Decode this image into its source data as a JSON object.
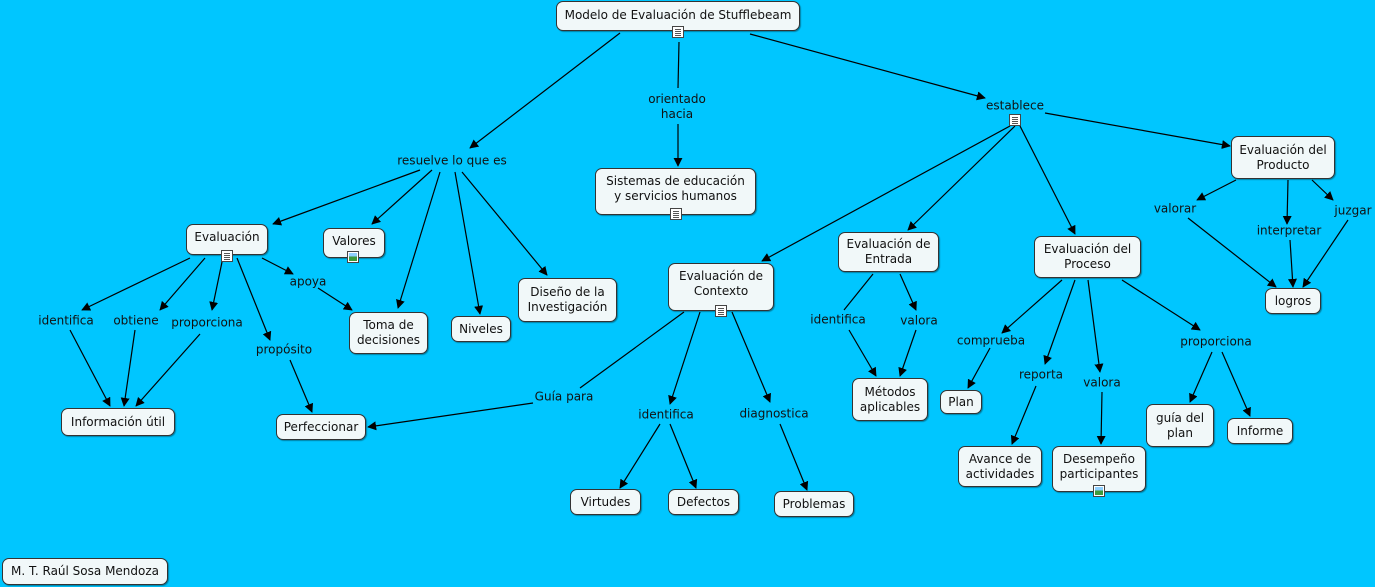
{
  "nodes": {
    "title": "Modelo de Evaluación de Stufflebeam",
    "sistemas": "Sistemas de educación\ny servicios humanos",
    "evaluacion": "Evaluación",
    "valores": "Valores",
    "diseno": "Diseño de la\nInvestigación",
    "toma": "Toma de\ndecisiones",
    "niveles": "Niveles",
    "info": "Información útil",
    "perfeccionar": "Perfeccionar",
    "contexto": "Evaluación de\nContexto",
    "entrada": "Evaluación de\nEntrada",
    "proceso": "Evaluación del\nProceso",
    "producto": "Evaluación del\nProducto",
    "logros": "logros",
    "metodos": "Métodos\naplicables",
    "plan": "Plan",
    "avance": "Avance de\nactividades",
    "desempeno": "Desempeño\nparticipantes",
    "guia_plan": "guía del\nplan",
    "informe": "Informe",
    "virtudes": "Virtudes",
    "defectos": "Defectos",
    "problemas": "Problemas",
    "author": "M. T. Raúl Sosa Mendoza"
  },
  "links": {
    "orientado": "orientado\nhacia",
    "establece": "establece",
    "resuelve": "resuelve lo que es",
    "identifica_eval": "identifica",
    "obtiene": "obtiene",
    "proporciona_eval": "proporciona",
    "proposito": "propósito",
    "apoya": "apoya",
    "guia_para": "Guía para",
    "identifica_ctx": "identifica",
    "diagnostica": "diagnostica",
    "identifica_ent": "identifica",
    "valora_ent": "valora",
    "comprueba": "comprueba",
    "reporta": "reporta",
    "valora_proc": "valora",
    "proporciona_proc": "proporciona",
    "valorar": "valorar",
    "interpretar": "interpretar",
    "juzgar": "juzgar"
  },
  "icons": {
    "title": "document-icon",
    "sistemas": "document-icon",
    "evaluacion": "document-icon",
    "valores": "image-icon",
    "contexto": "document-icon",
    "establece": "document-icon",
    "desempeno": "image-icon"
  },
  "colors": {
    "background": "#00c6ff",
    "node_fill": "#f1f8f9",
    "edge": "#000000"
  }
}
